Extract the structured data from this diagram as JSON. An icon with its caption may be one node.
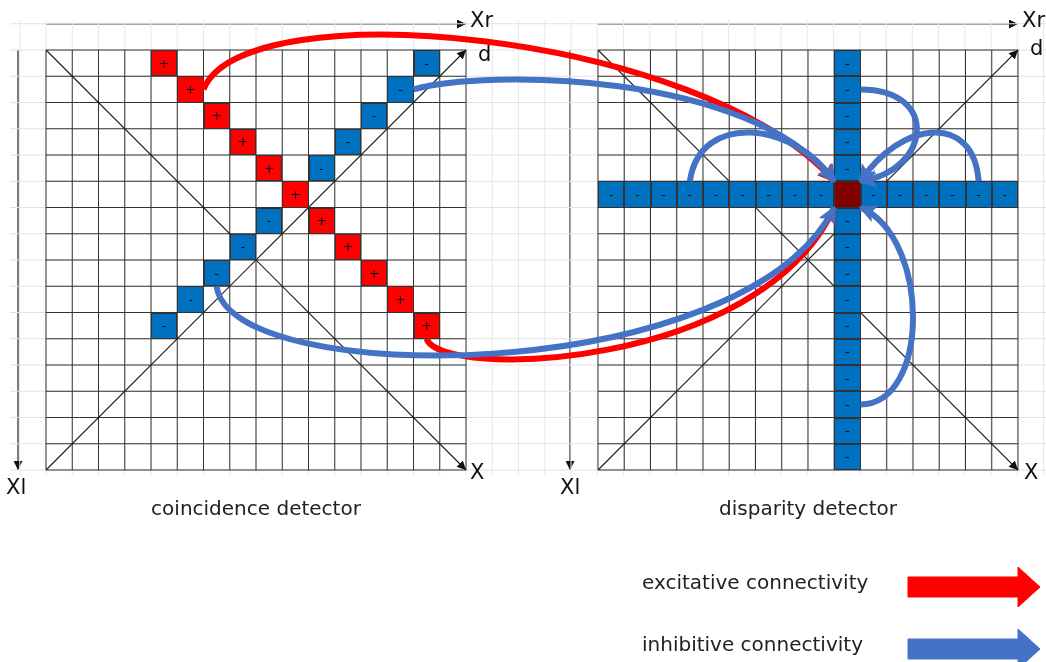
{
  "diagram": {
    "nodes": [
      {
        "text": [
          "coincidence detector"
        ]
      },
      {
        "text": [
          "+"
        ],
        "in": 0
      },
      {
        "text": [
          "-"
        ],
        "in": 0
      },
      {
        "text": [
          "+"
        ],
        "in": 0
      },
      {
        "text": [
          "-"
        ],
        "in": 0
      },
      {
        "text": [
          "+"
        ],
        "in": 0
      },
      {
        "text": [
          "-"
        ],
        "in": 0
      },
      {
        "text": [
          "+"
        ],
        "in": 0
      },
      {
        "text": [
          "-"
        ],
        "in": 0
      },
      {
        "text": [
          "+"
        ],
        "in": 0
      },
      {
        "text": [
          "-"
        ],
        "in": 0
      },
      {
        "text": [
          "+"
        ],
        "in": 0
      },
      {
        "text": [
          "-"
        ],
        "in": 0
      },
      {
        "text": [
          "+"
        ],
        "in": 0
      },
      {
        "text": [
          "-"
        ],
        "in": 0
      },
      {
        "text": [
          "+"
        ],
        "in": 0
      },
      {
        "text": [
          "-"
        ],
        "in": 0
      },
      {
        "text": [
          "+"
        ],
        "in": 0
      },
      {
        "text": [
          "-"
        ],
        "in": 0
      },
      {
        "text": [
          "+"
        ],
        "in": 0
      },
      {
        "text": [
          "-"
        ],
        "in": 0
      },
      {
        "text": [
          "+"
        ],
        "in": 0
      },
      {
        "text": [
          "disparity detector"
        ]
      },
      {
        "text": [
          "-"
        ],
        "in": 22
      },
      {
        "text": [
          "-"
        ],
        "in": 22
      },
      {
        "text": [
          "-"
        ],
        "in": 22
      },
      {
        "text": [
          "-"
        ],
        "in": 22
      },
      {
        "text": [
          "-"
        ],
        "in": 22
      },
      {
        "text": [
          "-"
        ],
        "in": 22
      },
      {
        "text": [
          "-"
        ],
        "in": 22
      },
      {
        "text": [
          "-"
        ],
        "in": 22
      },
      {
        "text": [
          "-"
        ],
        "in": 22
      },
      {
        "text": [
          "-"
        ],
        "in": 22
      },
      {
        "text": [
          "-"
        ],
        "in": 22
      },
      {
        "text": [
          "-"
        ],
        "in": 22
      },
      {
        "text": [
          "-"
        ],
        "in": 22
      },
      {
        "text": [
          "-"
        ],
        "in": 22
      },
      {
        "text": [],
        "shape": "box",
        "in": 22
      },
      {
        "text": [
          "-"
        ],
        "in": 22
      },
      {
        "text": [
          "-"
        ],
        "in": 22
      },
      {
        "text": [
          "-"
        ],
        "in": 22
      },
      {
        "text": [
          "-"
        ],
        "in": 22
      },
      {
        "text": [
          "-"
        ],
        "in": 22
      },
      {
        "text": [
          "-"
        ],
        "in": 22
      },
      {
        "text": [
          "-"
        ],
        "in": 22
      },
      {
        "text": [
          "-"
        ],
        "in": 22
      },
      {
        "text": [
          "-"
        ],
        "in": 22
      },
      {
        "text": [
          "-"
        ],
        "in": 22
      },
      {
        "text": [
          "-"
        ],
        "in": 22
      },
      {
        "text": [
          "-"
        ],
        "in": 22
      },
      {
        "text": [
          "-"
        ],
        "in": 22
      },
      {
        "text": [
          "-"
        ],
        "in": 22
      },
      {
        "text": [
          "-"
        ],
        "in": 22
      },
      {
        "text": [
          "-"
        ],
        "in": 22
      }
    ],
    "edges": [
      {
        "from": 3,
        "to": 37,
        "arrow": "to",
        "color": "#ff0000"
      },
      {
        "from": 21,
        "to": 37,
        "arrow": "to",
        "color": "#ff0000"
      },
      {
        "from": 4,
        "to": 37,
        "arrow": "to"
      },
      {
        "from": 16,
        "to": 37,
        "arrow": "to"
      },
      {
        "from": 24,
        "to": 37,
        "arrow": "to"
      },
      {
        "from": 31,
        "to": 37,
        "arrow": "to"
      },
      {
        "from": 42,
        "to": 37,
        "arrow": "to"
      },
      {
        "from": 51,
        "to": 37,
        "arrow": "to"
      }
    ],
    "labels": [
      "Xr",
      "Xr",
      "d",
      "d",
      "Xl",
      "X",
      "Xl",
      "X"
    ],
    "legend": [
      {
        "text": "excitative connectivity"
      },
      {
        "text": "inhibitive connectivity"
      }
    ]
  }
}
